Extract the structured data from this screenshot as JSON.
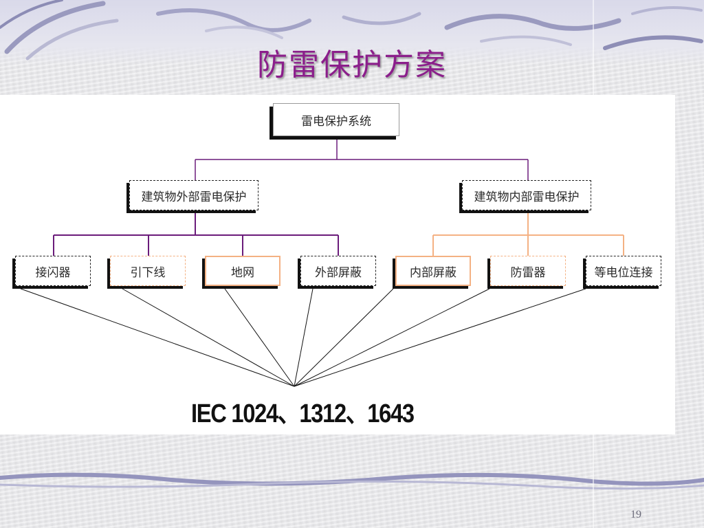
{
  "title": "防雷保护方案",
  "root": "雷电保护系统",
  "branches": {
    "external": "建筑物外部雷电保护",
    "internal": "建筑物内部雷电保护"
  },
  "leaves": {
    "air_terminal": "接闪器",
    "down_conductor": "引下线",
    "earth_grid": "地网",
    "external_shield": "外部屏蔽",
    "internal_shield": "内部屏蔽",
    "surge_protector": "防雷器",
    "equipotential": "等电位连接"
  },
  "standards": "IEC 1024、1312、1643",
  "page_number": "19",
  "colors": {
    "title": "#8b1e8b",
    "external_lines": "#6a1b7a",
    "internal_lines": "#f4b183",
    "convergence_lines": "#111111"
  }
}
